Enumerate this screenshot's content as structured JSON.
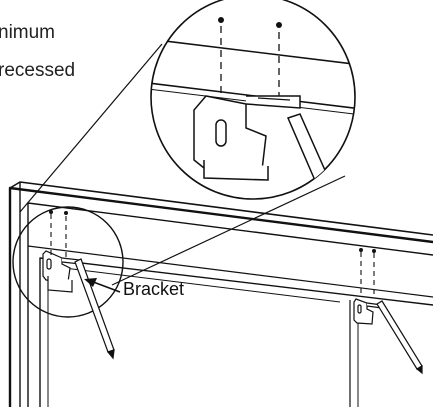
{
  "caption": {
    "line1": "nimum",
    "line2": "recessed"
  },
  "label": {
    "bracket": "Bracket"
  },
  "colors": {
    "stroke": "#111111",
    "window_fill": "#f3f3f3",
    "background": "#ffffff"
  }
}
